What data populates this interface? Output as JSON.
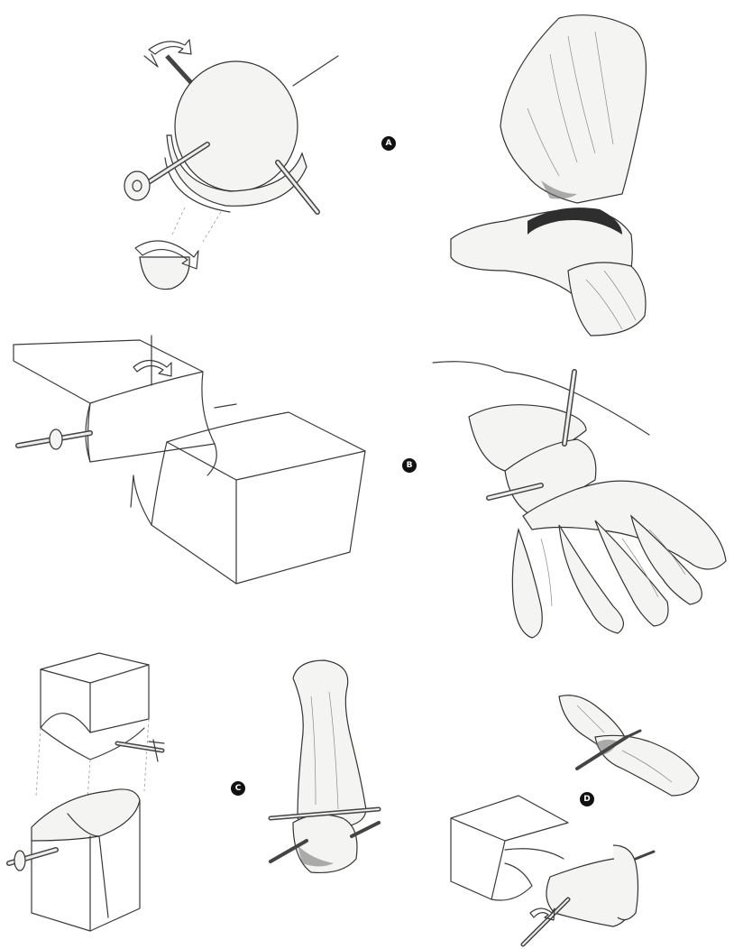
{
  "figure": {
    "markers": {
      "a": "A",
      "b": "B",
      "c": "C",
      "d": "D"
    },
    "panels": [
      {
        "marker": "A",
        "left_sketch": "ball-and-socket-diagram",
        "right_sketch": "hip-joint-bone-drawing"
      },
      {
        "marker": "B",
        "left_sketch": "saddle-joint-block-diagram",
        "right_sketch": "wrist-hand-bones-drawing"
      },
      {
        "marker": "C",
        "left_sketch": "hinge-joint-block-diagram",
        "right_sketch": "metacarpal-bone-drawing"
      },
      {
        "marker": "D",
        "left_sketch": "condyloid-joint-block-diagram",
        "right_sketch": "phalanx-bones-drawing"
      }
    ],
    "colors": {
      "ink": "#333333",
      "shade": "#6d6d6d",
      "paper": "#ffffff"
    }
  }
}
